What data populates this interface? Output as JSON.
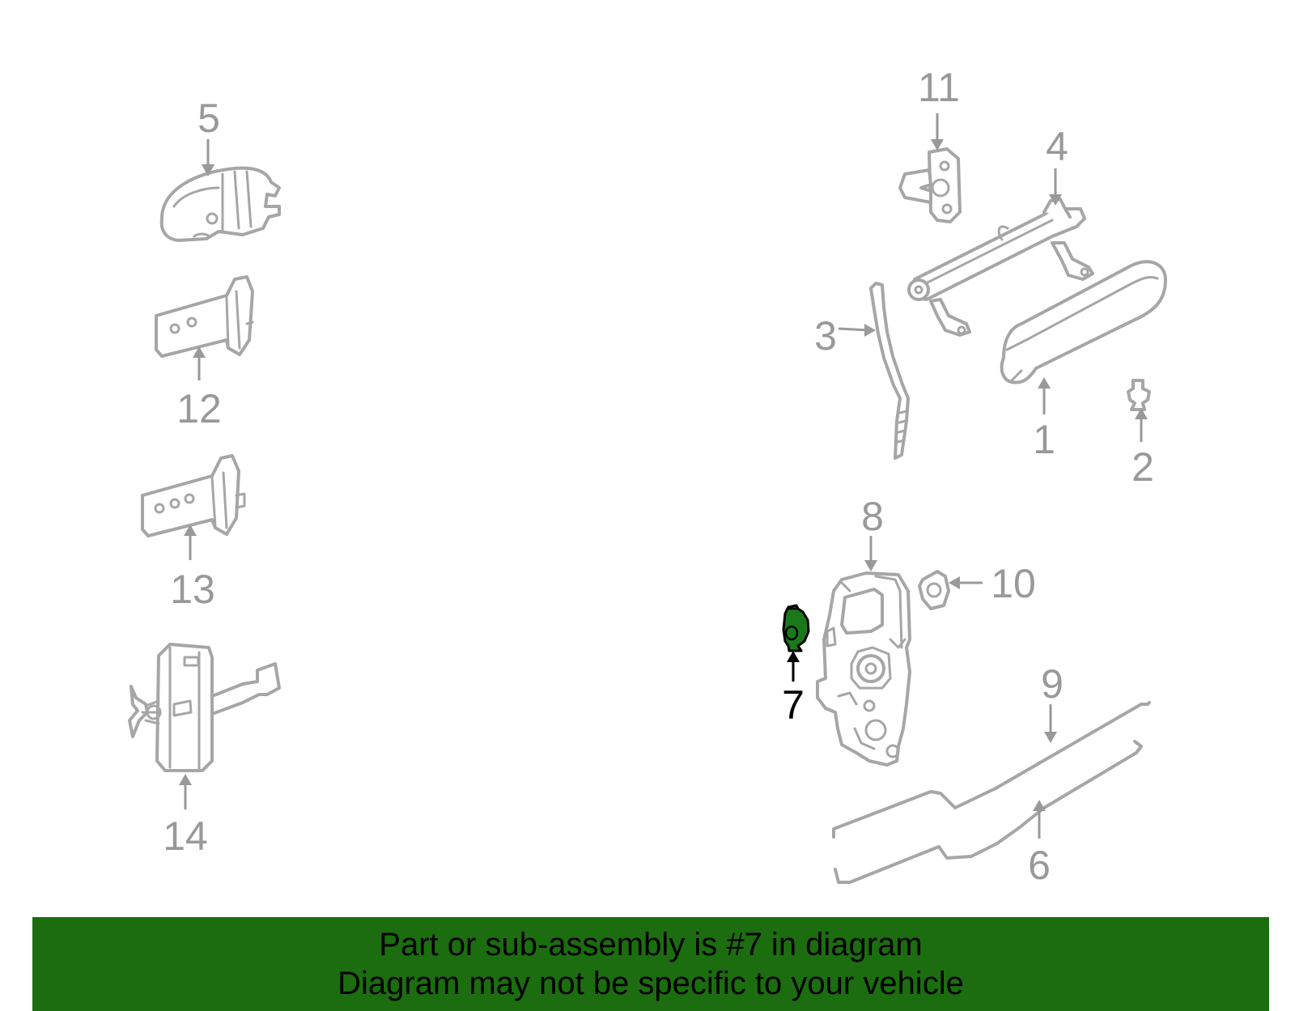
{
  "diagram": {
    "callouts": {
      "c1": "1",
      "c2": "2",
      "c3": "3",
      "c4": "4",
      "c5": "5",
      "c6": "6",
      "c7": "7",
      "c8": "8",
      "c9": "9",
      "c10": "10",
      "c11": "11",
      "c12": "12",
      "c13": "13",
      "c14": "14"
    },
    "highlighted_part": "7",
    "highlight_color": "#1b6d0f"
  },
  "banner": {
    "line1": "Part or sub-assembly is #7 in diagram",
    "line2": "Diagram may not be specific to your vehicle"
  }
}
